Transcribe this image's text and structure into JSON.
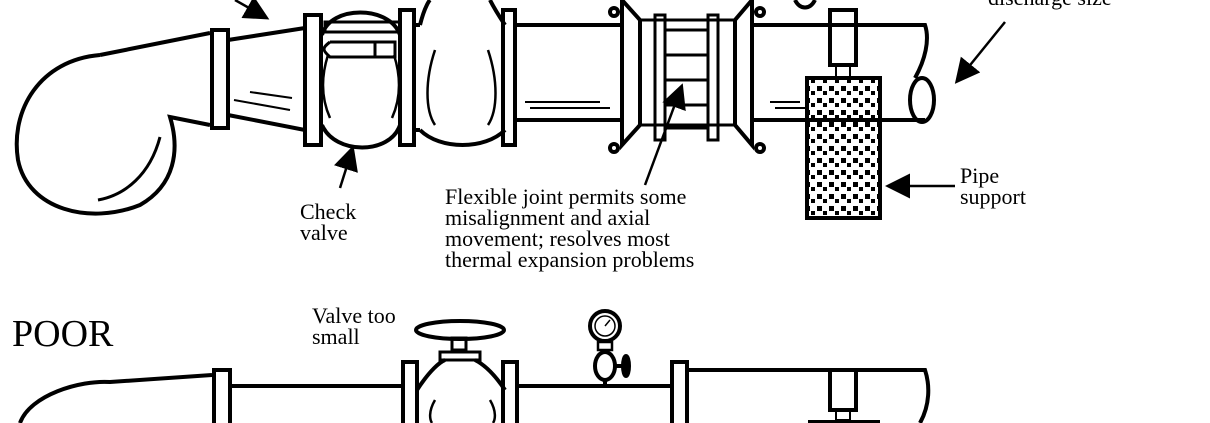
{
  "labels": {
    "discharge_size": "discharge size",
    "check_valve_1": "Check",
    "check_valve_2": "valve",
    "flex_1": "Flexible joint permits some",
    "flex_2": "misalignment and axial",
    "flex_3": "movement; resolves most",
    "flex_4": "thermal expansion problems",
    "pipe_support_1": "Pipe",
    "pipe_support_2": "support",
    "poor": "POOR",
    "valve_small_1": "Valve too",
    "valve_small_2": "small"
  },
  "colors": {
    "ink": "#000000",
    "background": "#ffffff"
  }
}
